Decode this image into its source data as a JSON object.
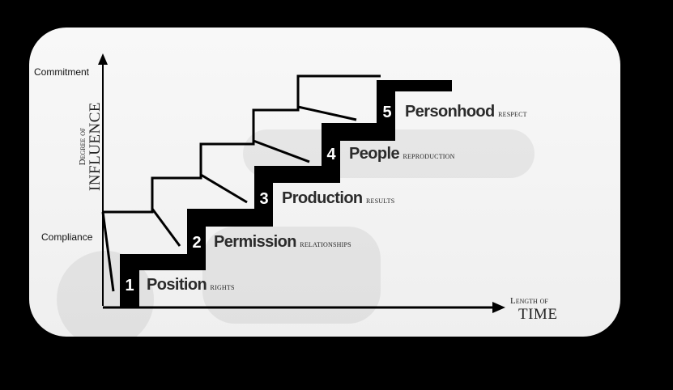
{
  "axes": {
    "y_top": "Commitment",
    "y_bottom": "Compliance",
    "y_title_small": "Degree of",
    "y_title_big": "INFLUENCE",
    "x_title_small": "Length of",
    "x_title_big": "TIME"
  },
  "levels": [
    {
      "number": "1",
      "title": "Position",
      "subtitle": "rights"
    },
    {
      "number": "2",
      "title": "Permission",
      "subtitle": "relationships"
    },
    {
      "number": "3",
      "title": "Production",
      "subtitle": "results"
    },
    {
      "number": "4",
      "title": "People",
      "subtitle": "reproduction"
    },
    {
      "number": "5",
      "title": "Personhood",
      "subtitle": "respect"
    }
  ],
  "colors": {
    "stair": "#000000",
    "background": "#000000",
    "card": "#f4f4f4",
    "text": "#2b2b2b"
  }
}
